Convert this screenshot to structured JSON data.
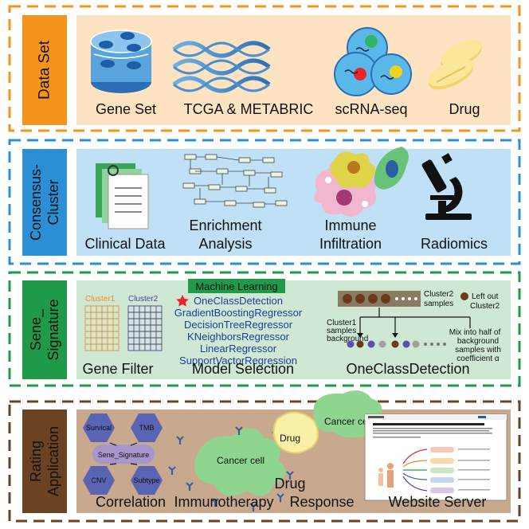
{
  "sections": [
    {
      "title": "Data Set",
      "items": [
        "Gene Set",
        "TCGA & METABRIC",
        "scRNA-seq",
        "Drug"
      ]
    },
    {
      "title_lines": [
        "Consensus-",
        "Cluster"
      ],
      "items": [
        "Clinical Data",
        "Enrichment",
        "Analysis",
        "Immune",
        "Infiltration",
        "Radiomics"
      ]
    },
    {
      "title_lines": [
        "Sene_",
        "Signature"
      ],
      "clusters": [
        "Cluster1",
        "Cluster2"
      ],
      "ml_header": "Machine  Learning",
      "models": [
        "OneClassDetection",
        "GradientBoostingRegressor",
        "DecisionTreeRegressor",
        "KNeighborsRegressor",
        "LinearRegressor",
        "SupportVactorRegression"
      ],
      "detection": {
        "cluster2_samples": [
          "Cluster2",
          "samples"
        ],
        "left_out": [
          "Left out",
          "Cluster2"
        ],
        "cluster1_bg": [
          "Cluster1",
          "samples",
          "background"
        ],
        "mix": [
          "Mix into half of",
          "background",
          "samples with",
          "coefficient α"
        ]
      },
      "items": [
        "Gene Filter",
        "Model Selection",
        "OneClassDetection"
      ]
    },
    {
      "title_lines": [
        "Rating",
        "Application"
      ],
      "hexes": [
        "Survical",
        "TMB",
        "CNV",
        "Subtype"
      ],
      "center": "Sene_Signature",
      "cancer_cell": "Cancer cell",
      "drug_label": "Drug",
      "items": [
        "Correlation",
        "Immunotherapy",
        "Drug",
        "Response",
        "Website Server"
      ]
    }
  ],
  "colors": {
    "orange": "#f4941d",
    "blue": "#2b8fd6",
    "green": "#1f9a48",
    "brown": "#6b4322",
    "peach": "#fde3c1",
    "lightblue": "#bfe0f5",
    "mint": "#cfe8d4",
    "tan": "#c9a98e"
  }
}
